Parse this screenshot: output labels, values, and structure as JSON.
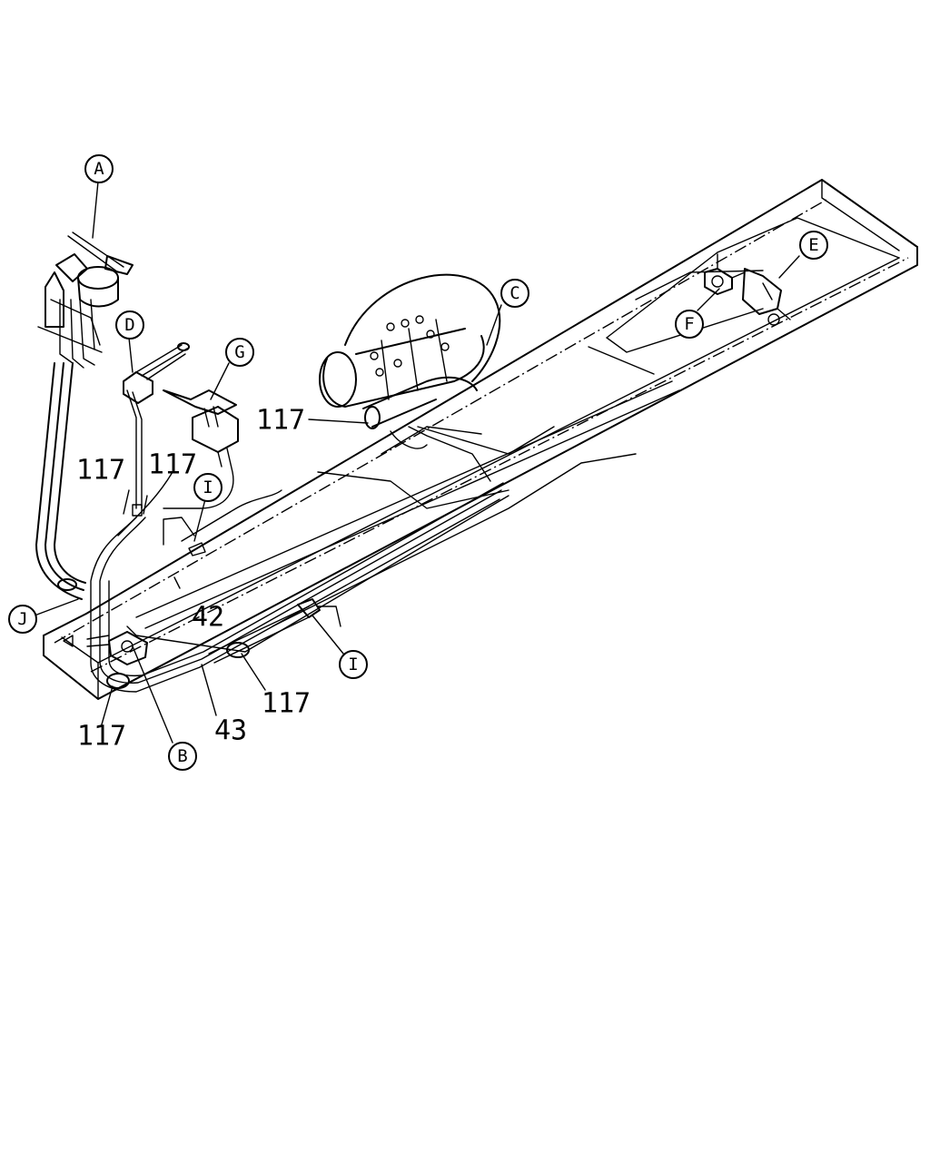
{
  "callouts": [
    {
      "id": "A",
      "label": "A"
    },
    {
      "id": "B",
      "label": "B"
    },
    {
      "id": "C",
      "label": "C"
    },
    {
      "id": "D",
      "label": "D"
    },
    {
      "id": "E",
      "label": "E"
    },
    {
      "id": "F",
      "label": "F"
    },
    {
      "id": "G",
      "label": "G"
    },
    {
      "id": "I1",
      "label": "I"
    },
    {
      "id": "I2",
      "label": "I"
    },
    {
      "id": "J",
      "label": "J"
    }
  ],
  "part_numbers": [
    {
      "id": "p117-top",
      "label": "117"
    },
    {
      "id": "p117-left-a",
      "label": "117"
    },
    {
      "id": "p117-left-b",
      "label": "117"
    },
    {
      "id": "p42",
      "label": "42"
    },
    {
      "id": "p117-mid",
      "label": "117"
    },
    {
      "id": "p43",
      "label": "43"
    },
    {
      "id": "p117-bottom",
      "label": "117"
    }
  ]
}
